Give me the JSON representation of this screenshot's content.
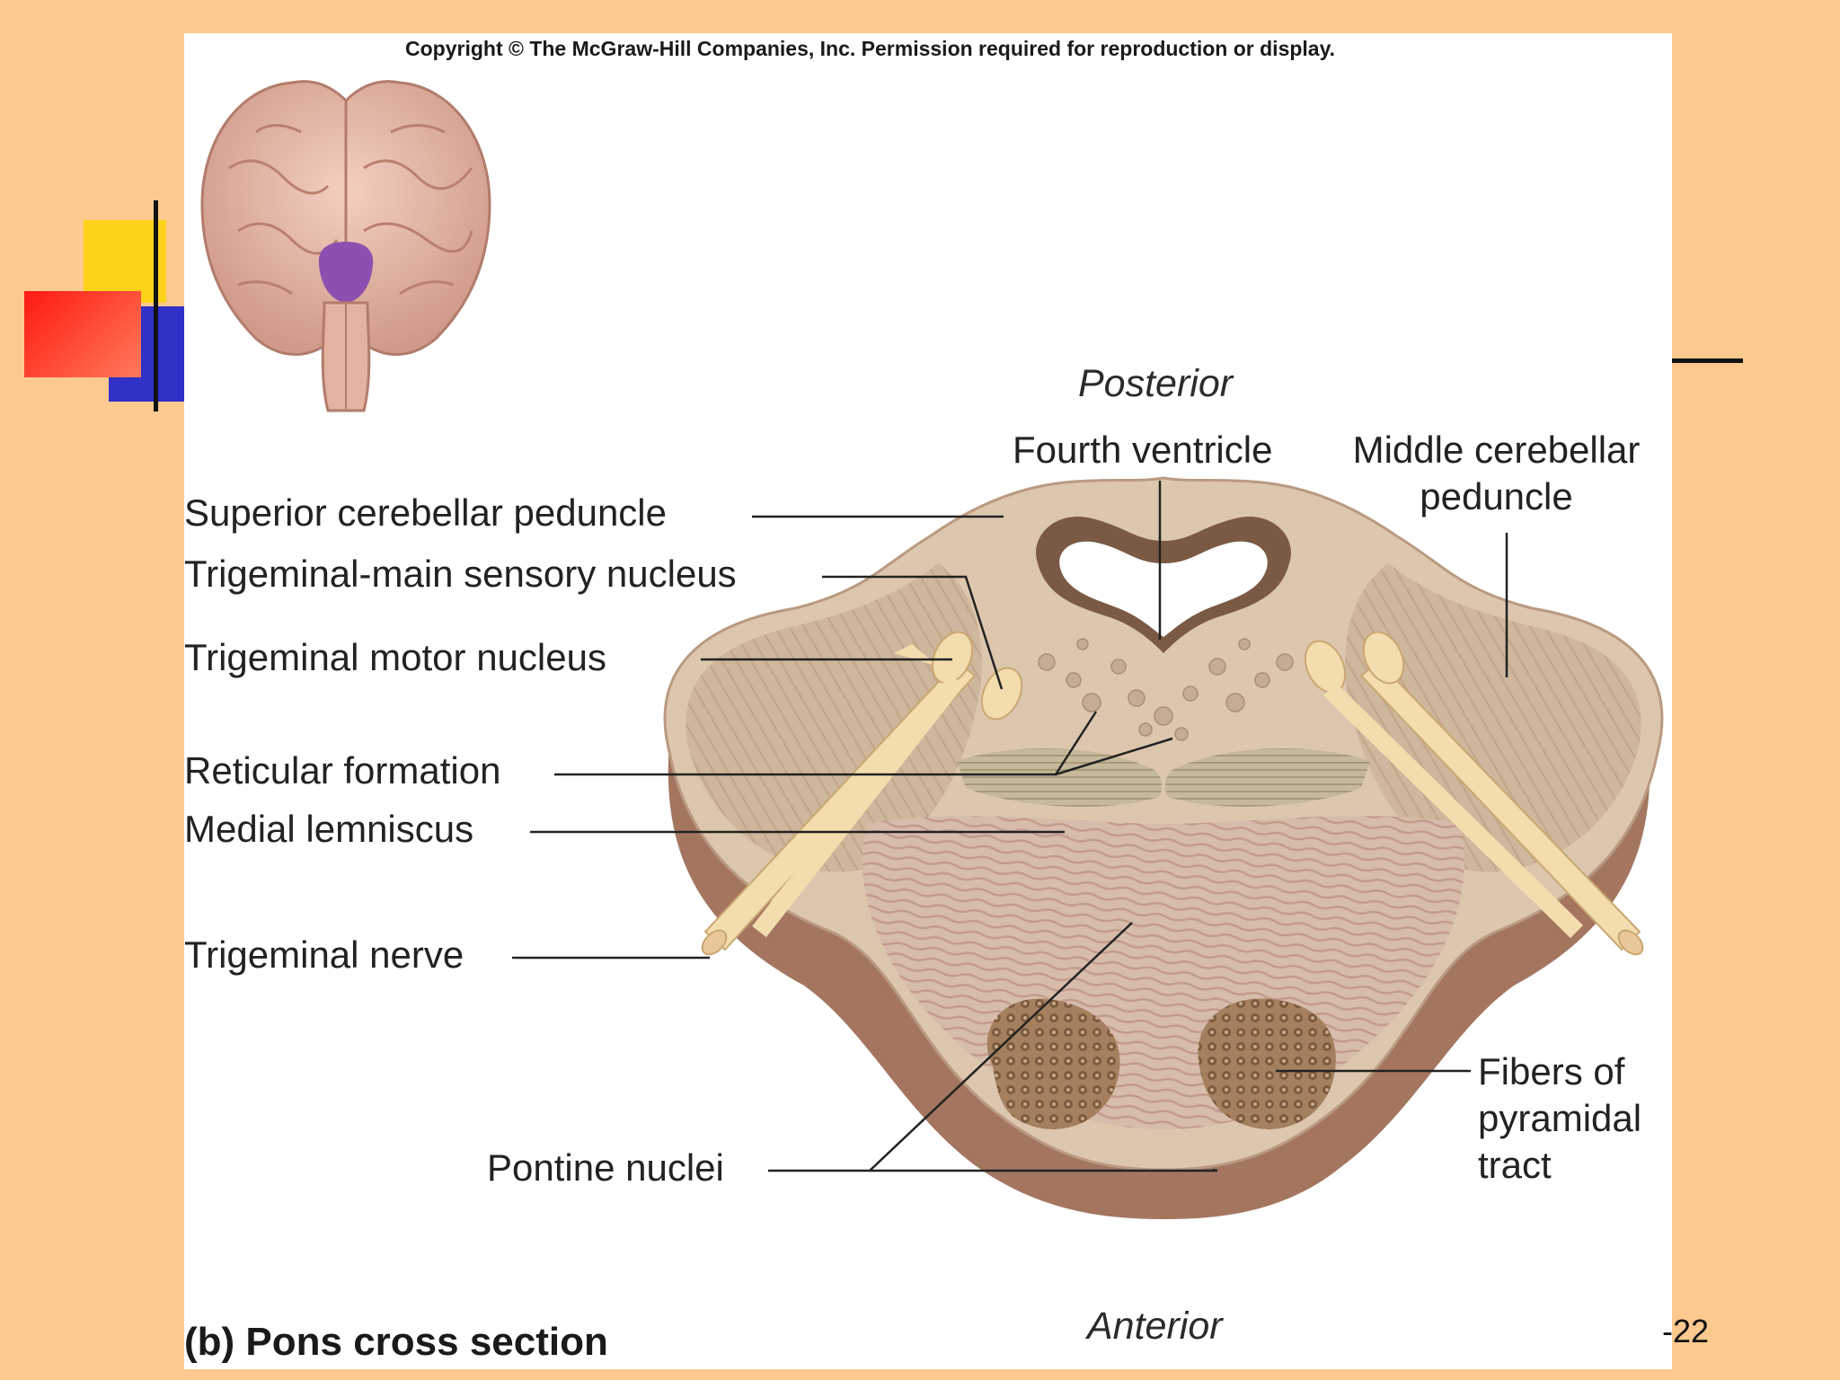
{
  "copyright": "Copyright © The McGraw-Hill Companies, Inc. Permission required for reproduction or display.",
  "orientation": {
    "posterior": "Posterior",
    "anterior": "Anterior"
  },
  "labels": {
    "fourth_ventricle": "Fourth ventricle",
    "middle_cerebellar_peduncle": "Middle cerebellar peduncle",
    "superior_cerebellar_peduncle": "Superior cerebellar peduncle",
    "trigeminal_main_sensory_nucleus": "Trigeminal-main sensory nucleus",
    "trigeminal_motor_nucleus": "Trigeminal motor nucleus",
    "reticular_formation": "Reticular formation",
    "medial_lemniscus": "Medial lemniscus",
    "trigeminal_nerve": "Trigeminal nerve",
    "pontine_nuclei": "Pontine nuclei",
    "fibers_of_pyramidal_tract": "Fibers of pyramidal tract"
  },
  "caption": "(b) Pons cross section",
  "slide_number": "-22",
  "colors": {
    "slide_background": "#fcc98f",
    "panel": "#ffffff",
    "tissue": "#d9c4ab",
    "tissue_edge": "#a47660",
    "nerve": "#f3dcae",
    "highlight_pons": "#8e4fb0",
    "deco_yellow": "#ffd21a",
    "deco_red": "#ff2a1a",
    "deco_blue": "#3131c8"
  },
  "icons": [
    "brain-thumbnail-icon"
  ]
}
